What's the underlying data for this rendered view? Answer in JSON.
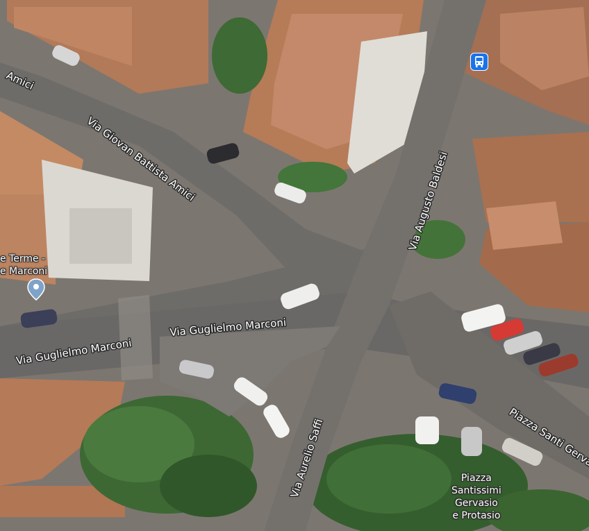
{
  "map": {
    "type": "satellite",
    "roads": {
      "amici_top": "Amici",
      "via_giovan_battista_amici": "Via Giovan Battista Amici",
      "via_augusto_baldesi": "Via Augusto Baldesi",
      "via_guglielmo_marconi_center": "Via Guglielmo Marconi",
      "via_guglielmo_marconi_left": "Via Guglielmo Marconi",
      "via_aurelio_saffi": "Via Aurelio Saffi",
      "piazza_santi_gerv": "Piazza Santi Gerva"
    },
    "pois": {
      "terme_marconi": {
        "line1": "e Terme -",
        "line2": "e Marconi",
        "icon": "map-pin-icon"
      },
      "piazza": {
        "lines": [
          "Piazza",
          "Santissimi",
          "Gervasio",
          "e Protasio"
        ]
      },
      "bus_stop": {
        "icon": "bus-icon",
        "color": "#1a73e8"
      }
    },
    "colors": {
      "road": "#6f6d6a",
      "road_light": "#8c8883",
      "roof": "#b07a5a",
      "roof_dark": "#8f5c42",
      "tree": "#3f6b34",
      "tree_dark": "#2e5226",
      "pavement": "#9a948c",
      "building_white": "#d9d6cf"
    }
  }
}
